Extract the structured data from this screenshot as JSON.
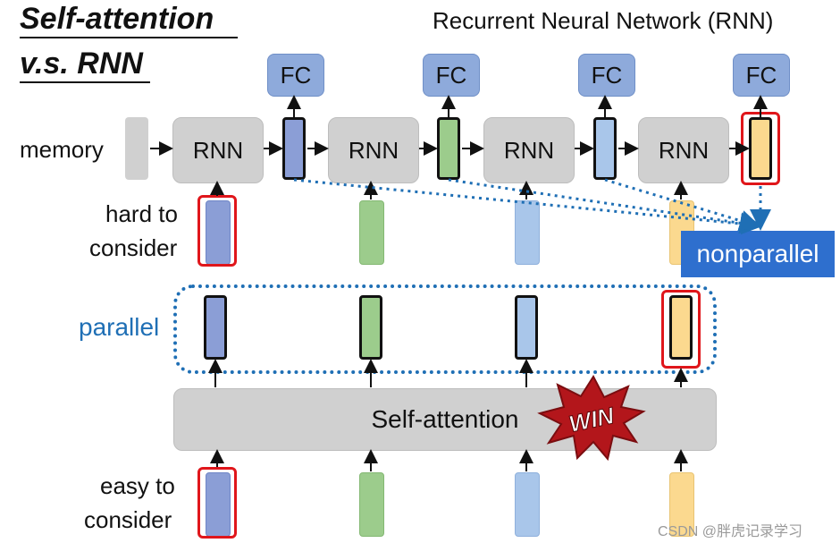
{
  "title": {
    "line1": "Self-attention",
    "line2": "v.s. RNN"
  },
  "rnn_heading": "Recurrent Neural Network (RNN)",
  "memory_label": "memory",
  "hard_label": {
    "line1": "hard to",
    "line2": "consider"
  },
  "easy_label": {
    "line1": "easy to",
    "line2": "consider"
  },
  "fc_label": "FC",
  "rnn_label": "RNN",
  "self_attention_label": "Self-attention",
  "win_label": "WIN",
  "parallel_label": "parallel",
  "nonparallel_label": "nonparallel",
  "watermark": "CSDN @胖虎记录学习",
  "colors": {
    "blue_vec": "#8b9ed6",
    "green_vec": "#9ccc8c",
    "light_blue_vec": "#a9c6ea",
    "yellow_vec": "#fbd98f",
    "highlight_red": "#e0161b",
    "dotted_blue": "#1f6fb5",
    "badge_red": "#b3161b"
  }
}
